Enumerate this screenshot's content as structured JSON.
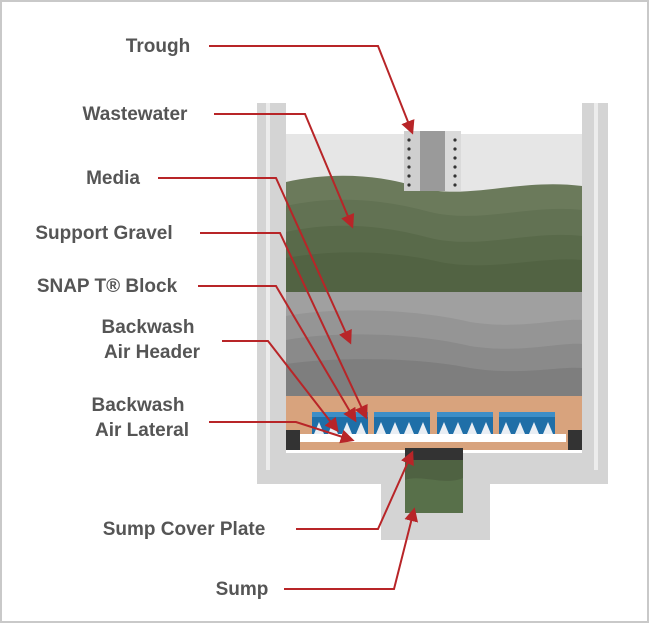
{
  "diagram": {
    "labels": {
      "trough": "Trough",
      "wastewater": "Wastewater",
      "media": "Media",
      "support_gravel": "Support Gravel",
      "snap_block": "SNAP T® Block",
      "backwash_air_header_1": "Backwash",
      "backwash_air_header_2": "Air Header",
      "backwash_air_lateral_1": "Backwash",
      "backwash_air_lateral_2": "Air Lateral",
      "sump_cover_plate": "Sump Cover Plate",
      "sump": "Sump"
    },
    "colors": {
      "leader_line": "#b82528",
      "tank_wall": "#d3d3d3",
      "wastewater": "#e6e6e6",
      "media": "#5e6e4d",
      "support_gravel": "#8c8c8c",
      "snap_block": "#1f6fa8",
      "sand_layer": "#d8a37d",
      "sump": "#4f6242",
      "label_text": "#555555"
    }
  }
}
